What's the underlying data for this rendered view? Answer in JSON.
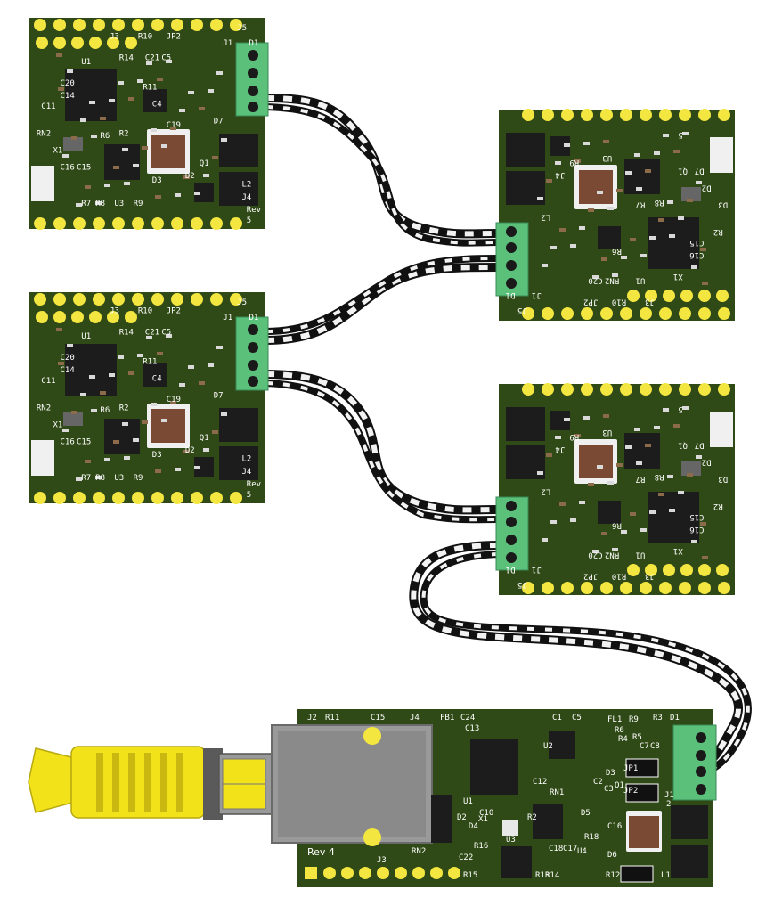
{
  "colors": {
    "pcb": "#2f4a16",
    "pcb_dark": "#243a10",
    "pad": "#f4e640",
    "chip": "#1c1c1c",
    "inductor": "#7a4a35",
    "terminal": "#5bc17a",
    "cable_black": "#111111",
    "cable_white": "#f2f2f2",
    "rj45_body": "#9a9a9a",
    "plug_yellow": "#f2e21a"
  },
  "icons": [
    "rj45-jack-icon",
    "ethernet-plug-icon",
    "screw-terminal-icon",
    "twisted-pair-cable-icon"
  ],
  "nodes": {
    "top_left": {
      "labels": [
        "J3",
        "R10",
        "JP2",
        "J5",
        "J1",
        "D1",
        "R14",
        "C5",
        "C21",
        "U1",
        "C20",
        "C14",
        "C11",
        "R11",
        "RN2",
        "X1",
        "C16",
        "C15",
        "R2",
        "R6",
        "D3",
        "D2",
        "D7",
        "Q1",
        "R7",
        "R8",
        "U3",
        "R9",
        "C4",
        "C19",
        "L2",
        "J4",
        "Rev",
        "5"
      ]
    },
    "mid_left": {
      "labels": [
        "J3",
        "R10",
        "JP2",
        "J5",
        "J1",
        "D1",
        "R14",
        "C5",
        "C21",
        "U1",
        "C20",
        "C14",
        "C11",
        "R11",
        "RN2",
        "X1",
        "C16",
        "C15",
        "R2",
        "R6",
        "D3",
        "D2",
        "D7",
        "Q1",
        "R7",
        "R8",
        "U3",
        "R9",
        "C4",
        "C19",
        "L2",
        "J4",
        "Rev",
        "5"
      ]
    },
    "top_right": {
      "labels": [
        "J3",
        "R10",
        "JP2",
        "J5",
        "J1",
        "D1",
        "U1",
        "C20",
        "RN2",
        "X1",
        "C16",
        "C15",
        "R2",
        "R6",
        "D3",
        "D2",
        "D7",
        "Q1",
        "R7",
        "R8",
        "U3",
        "R9",
        "L2",
        "J4",
        "5"
      ]
    },
    "mid_right": {
      "labels": [
        "J3",
        "R10",
        "JP2",
        "J5",
        "J1",
        "D1",
        "U1",
        "C20",
        "RN2",
        "X1",
        "C16",
        "C15",
        "R2",
        "R6",
        "D3",
        "D2",
        "D7",
        "Q1",
        "R7",
        "R8",
        "U3",
        "R9",
        "L2",
        "J4",
        "5"
      ]
    },
    "gateway": {
      "rev_label": "Rev 4",
      "labels": [
        "J2",
        "R11",
        "C15",
        "J4",
        "FB1",
        "C24",
        "C13",
        "C1",
        "C5",
        "FL1",
        "R9",
        "R3",
        "D1",
        "U2",
        "R6",
        "R4",
        "R5",
        "C7",
        "C8",
        "U1",
        "C10",
        "C12",
        "RN1",
        "JP1",
        "JP2",
        "J1",
        "D2",
        "D4",
        "X1",
        "U3",
        "R2",
        "C2",
        "C3",
        "D3",
        "Q1",
        "D5",
        "R16",
        "C18",
        "C17",
        "R18",
        "C16",
        "U4",
        "D6",
        "R12",
        "R13",
        "R14",
        "R15",
        "RN2",
        "C22",
        "J3",
        "L1",
        "2"
      ]
    }
  }
}
